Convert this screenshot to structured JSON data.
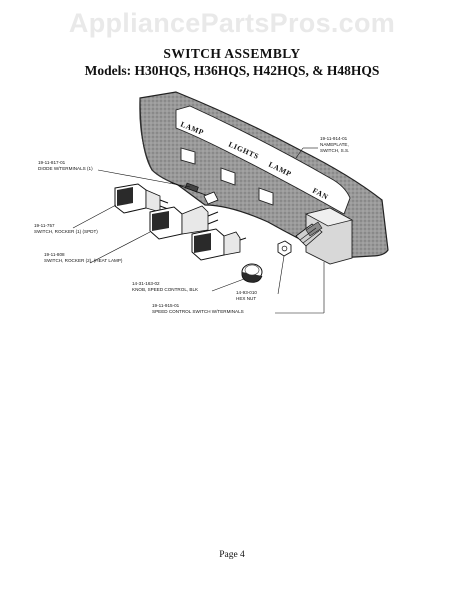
{
  "watermark": "AppliancePartsPros.com",
  "header": {
    "title": "SWITCH ASSEMBLY",
    "subtitle": "Models: H30HQS, H36HQS, H42HQS, & H48HQS"
  },
  "panel_labels": {
    "lamp_left": "LAMP",
    "lights": "LIGHTS",
    "lamp_right": "LAMP",
    "fan": "FAN"
  },
  "callouts": {
    "nameplate": {
      "part": "19-11-914-01",
      "desc1": "NAMEPLATE,",
      "desc2": "SWITCH, S.S."
    },
    "diode": {
      "part": "19-11-817-01",
      "desc": "DIODE W/TERMINALS (1)"
    },
    "rocker1": {
      "part": "19-11-757",
      "desc": "SWITCH, ROCKER (1) (SPDT)"
    },
    "rocker2": {
      "part": "19-11-808",
      "desc": "SWITCH, ROCKER (2), (HEAT LAMP)"
    },
    "knob": {
      "part": "14-31-163-02",
      "desc": "KNOB, SPEED CONTROL, BLK"
    },
    "hexnut": {
      "part": "14-93-010",
      "desc": "HEX NUT"
    },
    "speed": {
      "part": "19-11-915-01",
      "desc": "SPEED CONTROL SWITCH W/TERMINALS"
    }
  },
  "footer": {
    "page": "Page 4"
  }
}
